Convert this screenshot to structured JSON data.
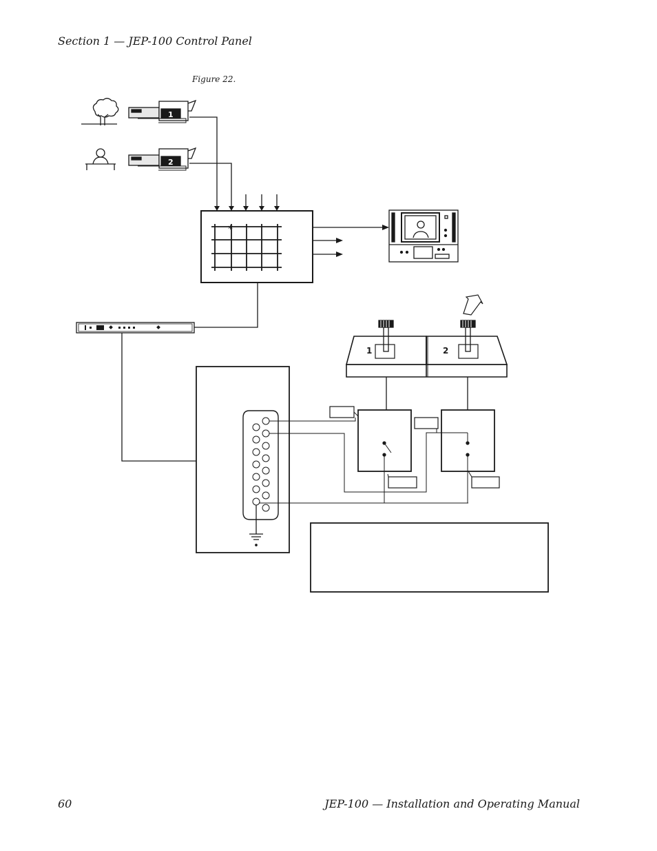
{
  "header": {
    "section": "Section 1 — JEP-100 Control Panel"
  },
  "figure": {
    "caption": "Figure 22.",
    "camera_labels": [
      "1",
      "2"
    ],
    "panel_labels": [
      "1",
      "2"
    ]
  },
  "footer": {
    "page_number": "60",
    "manual_title": "JEP-100  —  Installation and Operating Manual"
  }
}
